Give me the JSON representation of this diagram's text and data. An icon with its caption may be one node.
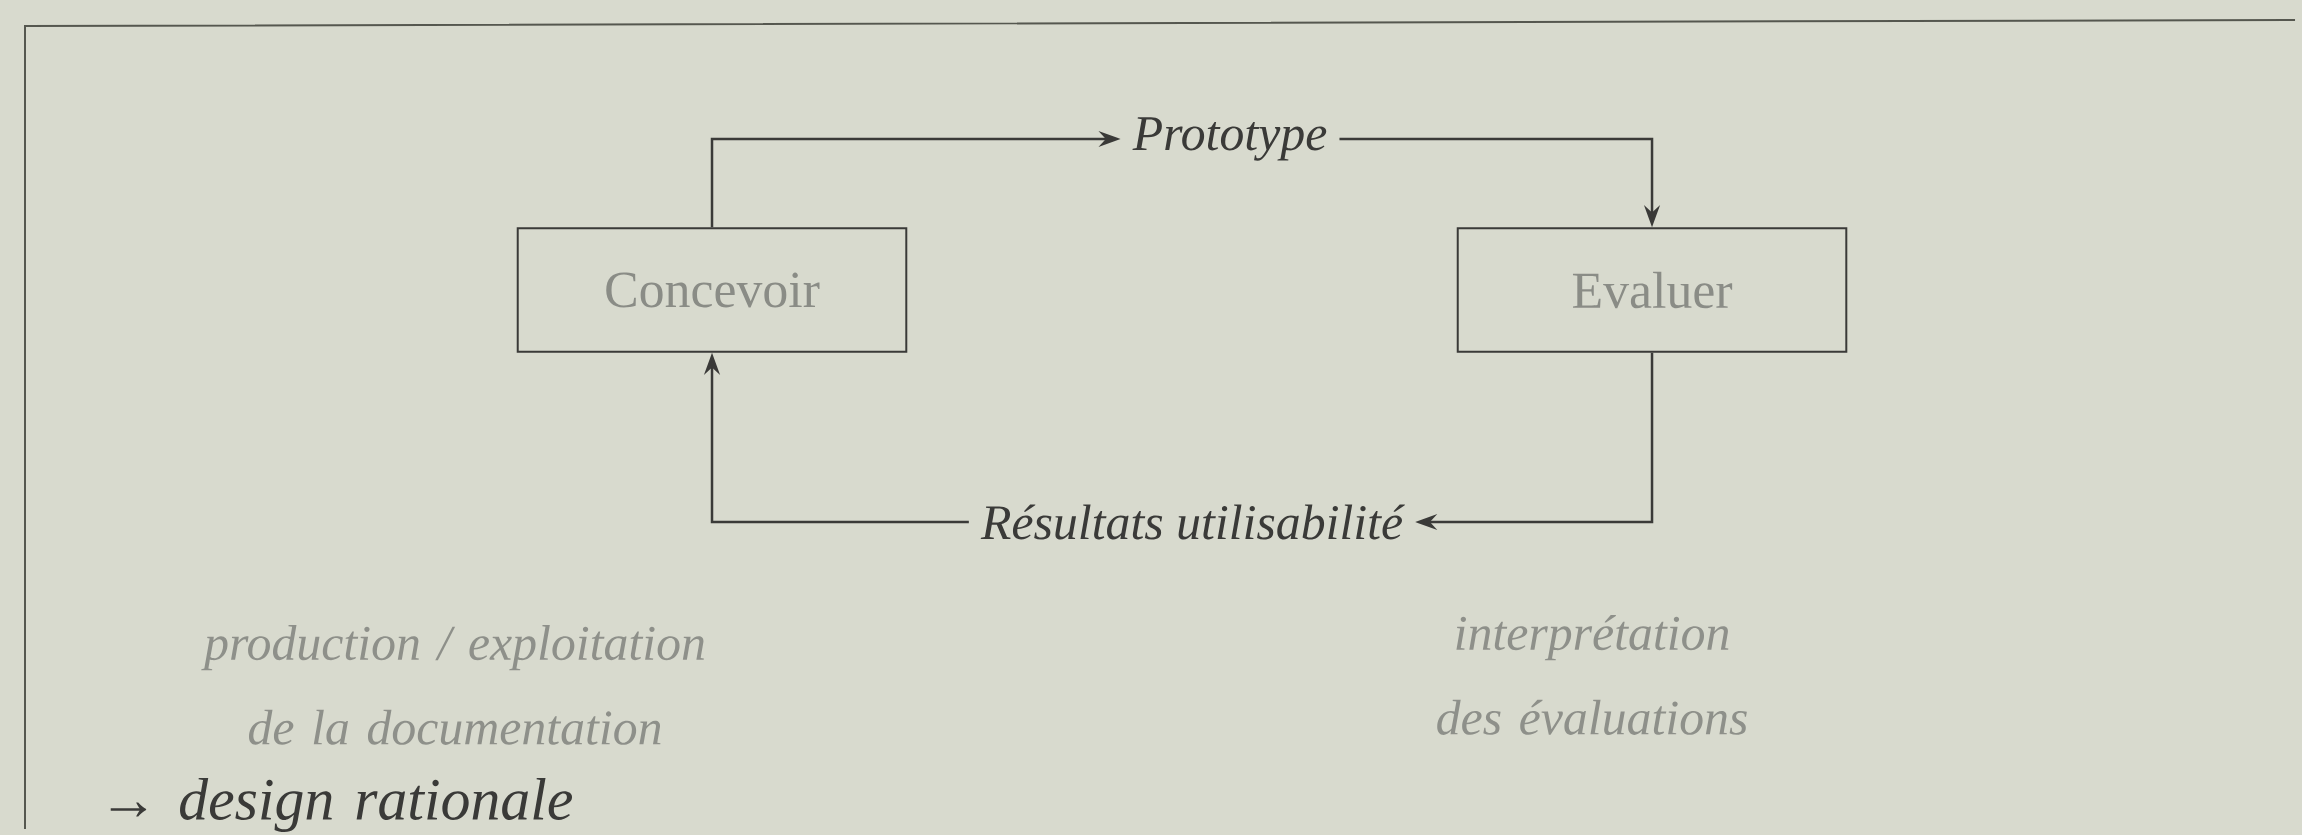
{
  "diagram": {
    "nodes": [
      {
        "text": [
          "Concevoir"
        ]
      },
      {
        "text": [
          "Prototype"
        ]
      },
      {
        "text": [
          "Evaluer"
        ]
      },
      {
        "text": [
          "Résultats utilisabilité"
        ]
      }
    ],
    "edges": [
      {
        "from": 0,
        "to": 1,
        "arrow": "to"
      },
      {
        "from": 1,
        "to": 2,
        "arrow": "to"
      },
      {
        "from": 2,
        "to": 3,
        "arrow": "to"
      },
      {
        "from": 3,
        "to": 0,
        "arrow": "to"
      }
    ],
    "labels": [
      "production / exploitation de la documentation",
      "→ design rationale",
      "interprétation des évaluations"
    ]
  }
}
